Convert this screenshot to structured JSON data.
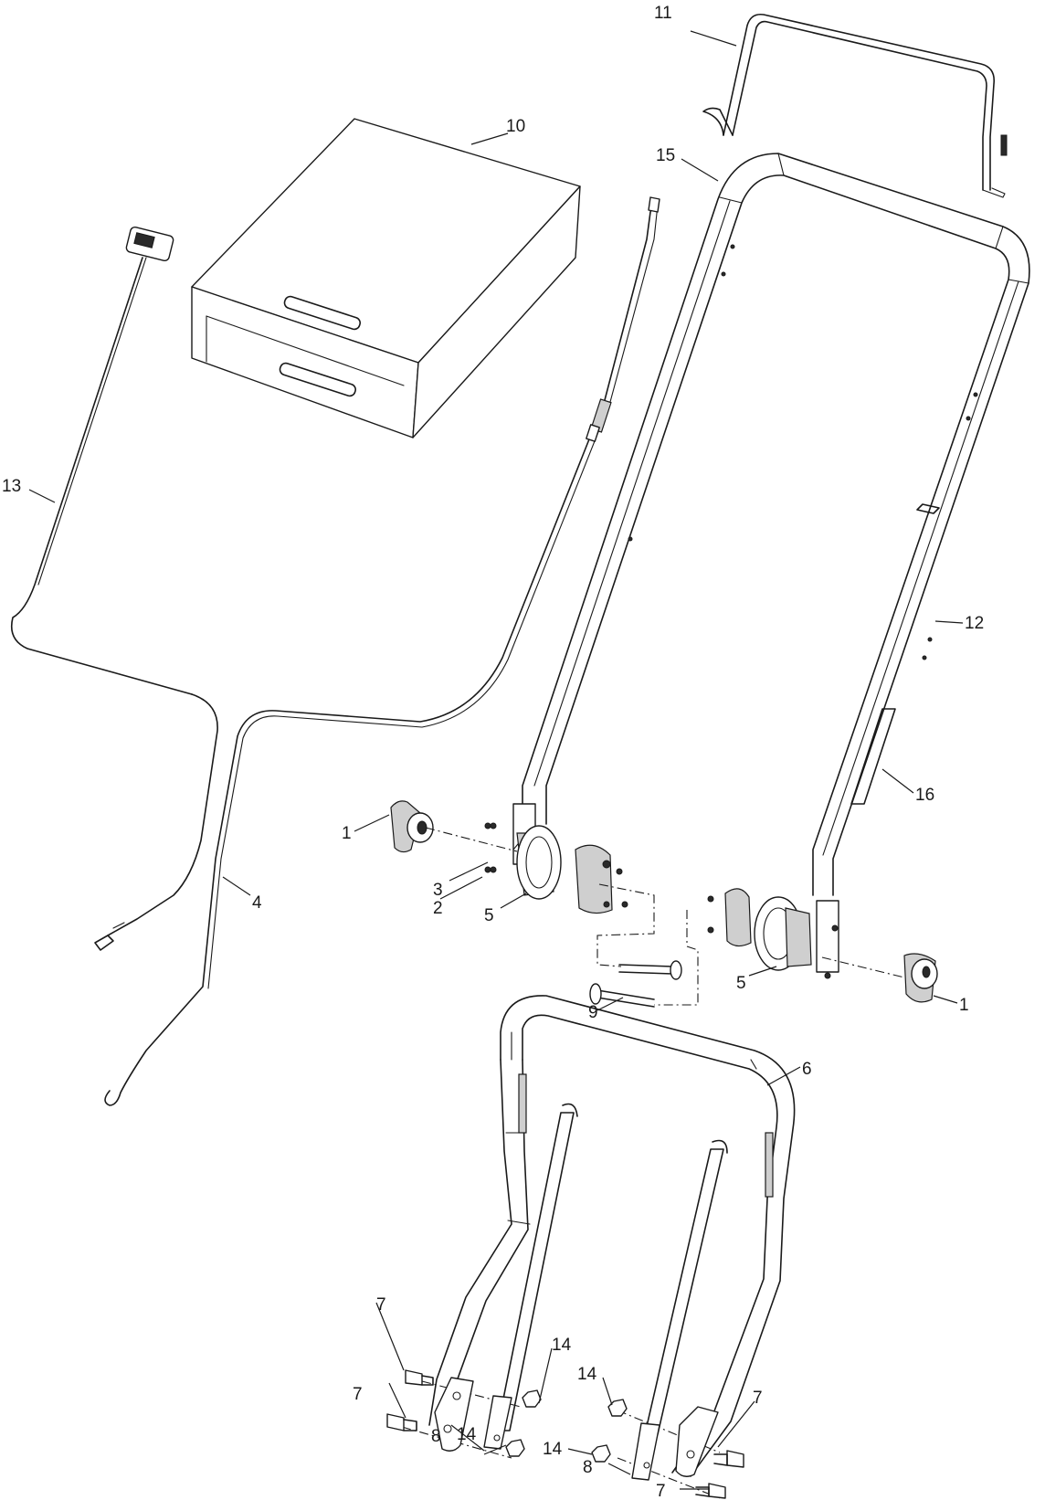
{
  "callouts": [
    {
      "id": "c11",
      "label": "11"
    },
    {
      "id": "c10",
      "label": "10"
    },
    {
      "id": "c15",
      "label": "15"
    },
    {
      "id": "c13",
      "label": "13"
    },
    {
      "id": "c12",
      "label": "12"
    },
    {
      "id": "c16",
      "label": "16"
    },
    {
      "id": "c1a",
      "label": "1"
    },
    {
      "id": "c3",
      "label": "3"
    },
    {
      "id": "c2",
      "label": "2"
    },
    {
      "id": "c5a",
      "label": "5"
    },
    {
      "id": "c4",
      "label": "4"
    },
    {
      "id": "c5b",
      "label": "5"
    },
    {
      "id": "c1b",
      "label": "1"
    },
    {
      "id": "c9",
      "label": "9"
    },
    {
      "id": "c6",
      "label": "6"
    },
    {
      "id": "c7a",
      "label": "7"
    },
    {
      "id": "c14a",
      "label": "14"
    },
    {
      "id": "c7b",
      "label": "7"
    },
    {
      "id": "c14b",
      "label": "14"
    },
    {
      "id": "c8a",
      "label": "8"
    },
    {
      "id": "c14c",
      "label": "14"
    },
    {
      "id": "c7c",
      "label": "7"
    },
    {
      "id": "c14d",
      "label": "14"
    },
    {
      "id": "c8b",
      "label": "8"
    },
    {
      "id": "c7d",
      "label": "7"
    }
  ]
}
